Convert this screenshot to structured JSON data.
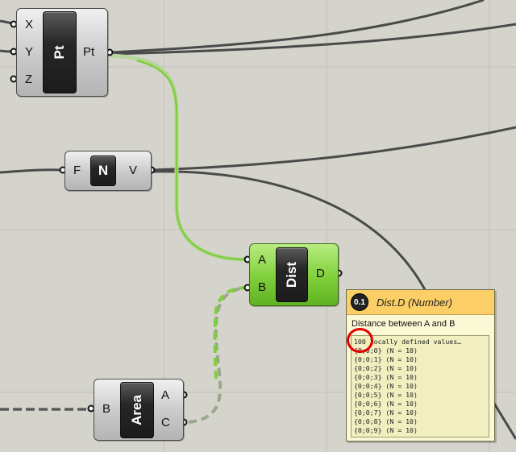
{
  "components": {
    "pt": {
      "inputs": [
        "X",
        "Y",
        "Z"
      ],
      "nickname": "Pt",
      "outputs": [
        "Pt"
      ]
    },
    "num": {
      "inputs": [
        "F"
      ],
      "nickname": "N",
      "outputs": [
        "V"
      ]
    },
    "dist": {
      "inputs": [
        "A",
        "B"
      ],
      "nickname": "Dist",
      "outputs": [
        "D"
      ]
    },
    "area": {
      "inputs": [
        "B"
      ],
      "nickname": "Area",
      "outputs": [
        "A",
        "C"
      ]
    }
  },
  "tooltip": {
    "icon_text": "0.1",
    "title": "Dist.D (Number)",
    "description": "Distance between A and B",
    "lines": [
      "100 locally defined values…",
      "{0;0;0} (N = 10)",
      "{0;0;1} (N = 10)",
      "{0;0;2} (N = 10)",
      "{0;0;3} (N = 10)",
      "{0;0;4} (N = 10)",
      "{0;0;5} (N = 10)",
      "{0;0;6} (N = 10)",
      "{0;0;7} (N = 10)",
      "{0;0;8} (N = 10)",
      "{0;0;9} (N = 10)"
    ]
  },
  "colors": {
    "canvas": "#d5d4cc",
    "wire": "#4a4a4a",
    "wire_selected": "#7ecf3c",
    "component_selected": "#7fcf3a",
    "tooltip_header": "#fbcf66",
    "highlight": "#e20000"
  }
}
